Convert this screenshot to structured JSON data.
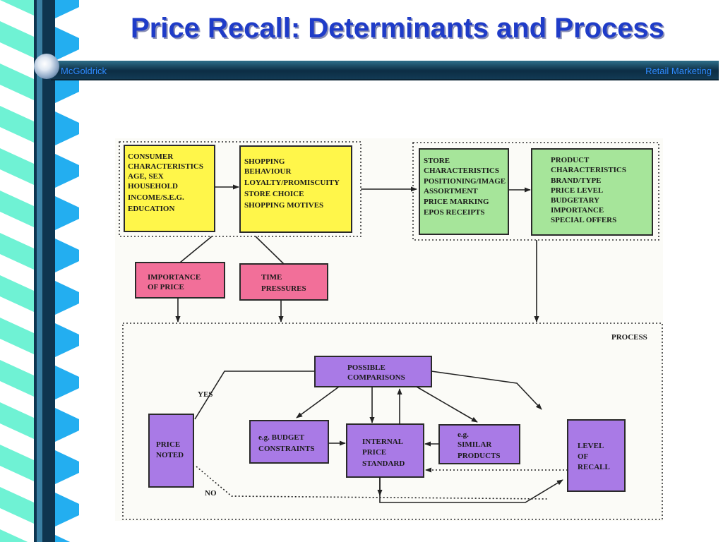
{
  "slide": {
    "title": "Price Recall: Determinants and Process",
    "footer_left": "McGoldrick",
    "footer_right": "Retail Marketing"
  },
  "colors": {
    "title": "#1f3cc8",
    "yellow_box": "#fff64a",
    "green_box": "#a6e59a",
    "pink_box": "#f26f99",
    "purple_box": "#a97ae6"
  },
  "diagram": {
    "consumer": [
      "CONSUMER",
      "CHARACTERISTICS",
      "",
      "AGE, SEX",
      "HOUSEHOLD",
      "INCOME/S.E.G.",
      "EDUCATION"
    ],
    "shopping": [
      "SHOPPING",
      "BEHAVIOUR",
      "",
      "LOYALTY/PROMISCUITY",
      "STORE CHOICE",
      "SHOPPING MOTIVES"
    ],
    "store": [
      "STORE",
      "CHARACTERISTICS",
      "",
      "POSITIONING/IMAGE",
      "ASSORTMENT",
      "PRICE MARKING",
      "EPOS RECEIPTS"
    ],
    "product": [
      "PRODUCT",
      "CHARACTERISTICS",
      "",
      "BRAND/TYPE",
      "PRICE LEVEL",
      "BUDGETARY",
      "IMPORTANCE",
      "SPECIAL OFFERS"
    ],
    "importance": [
      "IMPORTANCE",
      "OF PRICE"
    ],
    "time": [
      "TIME",
      "PRESSURES"
    ],
    "process_label": "PROCESS",
    "comparisons": [
      "POSSIBLE",
      "COMPARISONS"
    ],
    "budget": [
      "e.g. BUDGET",
      "CONSTRAINTS"
    ],
    "internal": [
      "INTERNAL",
      "PRICE",
      "STANDARD"
    ],
    "similar": [
      "e.g.",
      "SIMILAR",
      "PRODUCTS"
    ],
    "noted": [
      "PRICE",
      "NOTED"
    ],
    "recall": [
      "LEVEL",
      "OF",
      "RECALL"
    ],
    "yes": "YES",
    "no": "NO"
  }
}
